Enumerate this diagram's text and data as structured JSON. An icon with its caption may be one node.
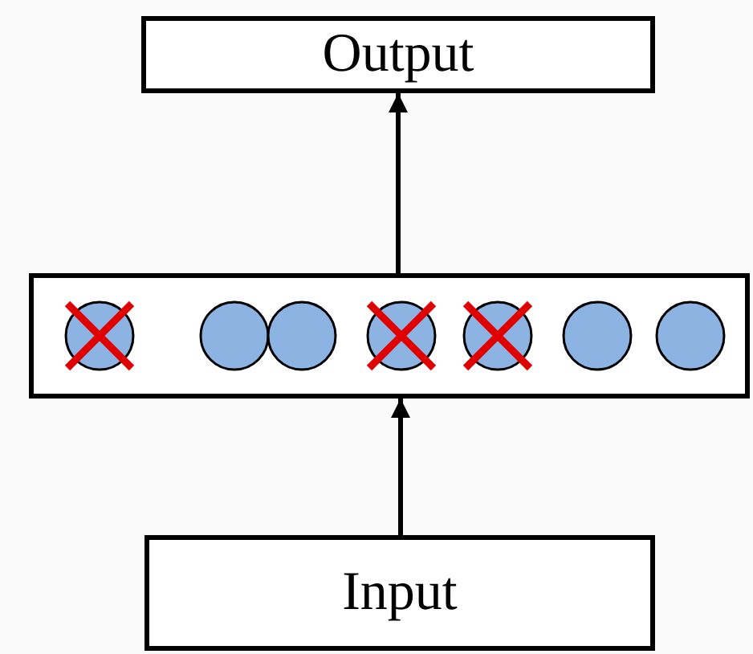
{
  "diagram": {
    "nodes": [
      {
        "text": [
          "Output"
        ]
      },
      {
        "text": [],
        "shape": "box"
      },
      {
        "text": [
          "Input"
        ]
      }
    ],
    "edges": [
      {
        "from": 2,
        "to": 1,
        "arrow": "to"
      },
      {
        "from": 1,
        "to": 0,
        "arrow": "to"
      }
    ]
  }
}
